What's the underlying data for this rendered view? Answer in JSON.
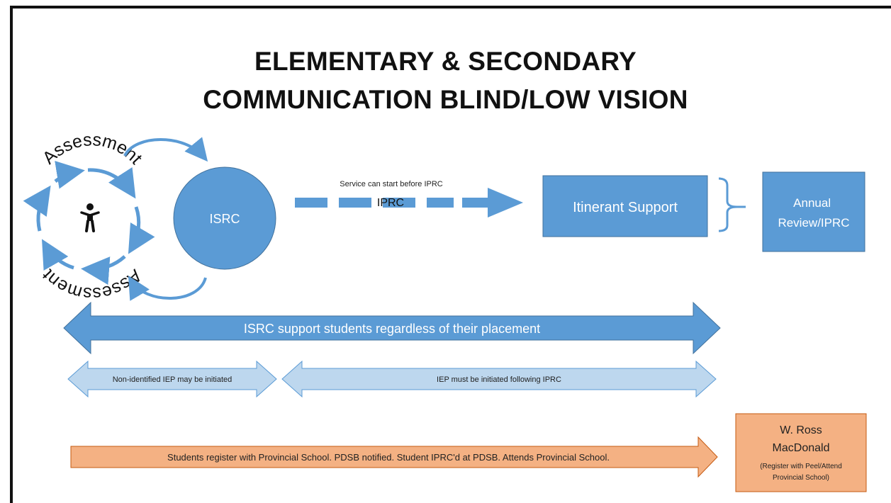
{
  "title": {
    "line1": "ELEMENTARY & SECONDARY",
    "line2": "COMMUNICATION BLIND/LOW VISION"
  },
  "cycle": {
    "label_top": "Assessment",
    "label_bottom": "Assessment",
    "person_icon": "person-icon"
  },
  "isrc": {
    "label": "ISRC"
  },
  "service_arrow": {
    "note": "Service can start before IPRC",
    "label": "IPRC"
  },
  "itinerant": {
    "label": "Itinerant Support"
  },
  "annual": {
    "label": "Annual Review/IPRC"
  },
  "support_arrow": {
    "label": "ISRC support students regardless of their placement"
  },
  "iep_left": {
    "label": "Non-identified IEP may be initiated"
  },
  "iep_right": {
    "label": "IEP must be initiated following IPRC"
  },
  "provincial_arrow": {
    "label": "Students register with Provincial School. PDSB notified.  Student IPRC'd at PDSB.  Attends Provincial School."
  },
  "wross": {
    "name_line1": "W. Ross",
    "name_line2": "MacDonald",
    "note_line1": "(Register with Peel/Attend",
    "note_line2": "Provincial School)"
  },
  "colors": {
    "blue": "#5b9bd5",
    "blue_dark": "#41719c",
    "light_blue": "#bdd7ee",
    "orange": "#f4b183",
    "orange_dark": "#c55a11"
  }
}
